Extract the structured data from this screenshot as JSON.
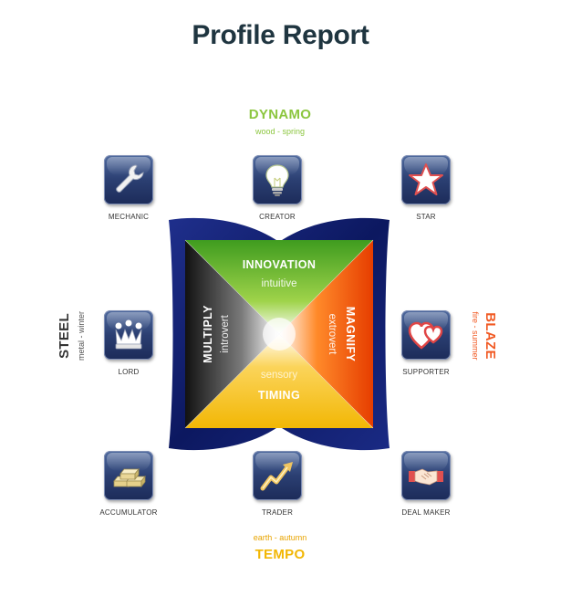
{
  "title": "Profile Report",
  "elements": {
    "top": {
      "name": "DYNAMO",
      "sub": "wood - spring",
      "color": "#8cc63f"
    },
    "bottom": {
      "name": "TEMPO",
      "sub": "earth - autumn",
      "color": "#f2b705"
    },
    "left": {
      "name": "STEEL",
      "sub": "metal - winter",
      "color": "#333333"
    },
    "right": {
      "name": "BLAZE",
      "sub": "fire - summer",
      "color": "#f15a24"
    }
  },
  "quadrants": {
    "top": {
      "main": "INNOVATION",
      "sub": "intuitive"
    },
    "bottom": {
      "main": "TIMING",
      "sub": "sensory"
    },
    "left": {
      "main": "MULTIPLY",
      "sub": "introvert"
    },
    "right": {
      "main": "MAGNIFY",
      "sub": "extrovert"
    }
  },
  "profiles": {
    "mechanic": {
      "label": "MECHANIC",
      "icon": "wrench-icon"
    },
    "creator": {
      "label": "CREATOR",
      "icon": "lightbulb-icon"
    },
    "star": {
      "label": "STAR",
      "icon": "star-icon"
    },
    "lord": {
      "label": "LORD",
      "icon": "crown-icon"
    },
    "supporter": {
      "label": "SUPPORTER",
      "icon": "hearts-icon"
    },
    "accumulator": {
      "label": "ACCUMULATOR",
      "icon": "gold-bars-icon"
    },
    "trader": {
      "label": "TRADER",
      "icon": "trend-arrow-icon"
    },
    "deal_maker": {
      "label": "DEAL MAKER",
      "icon": "handshake-icon"
    }
  }
}
